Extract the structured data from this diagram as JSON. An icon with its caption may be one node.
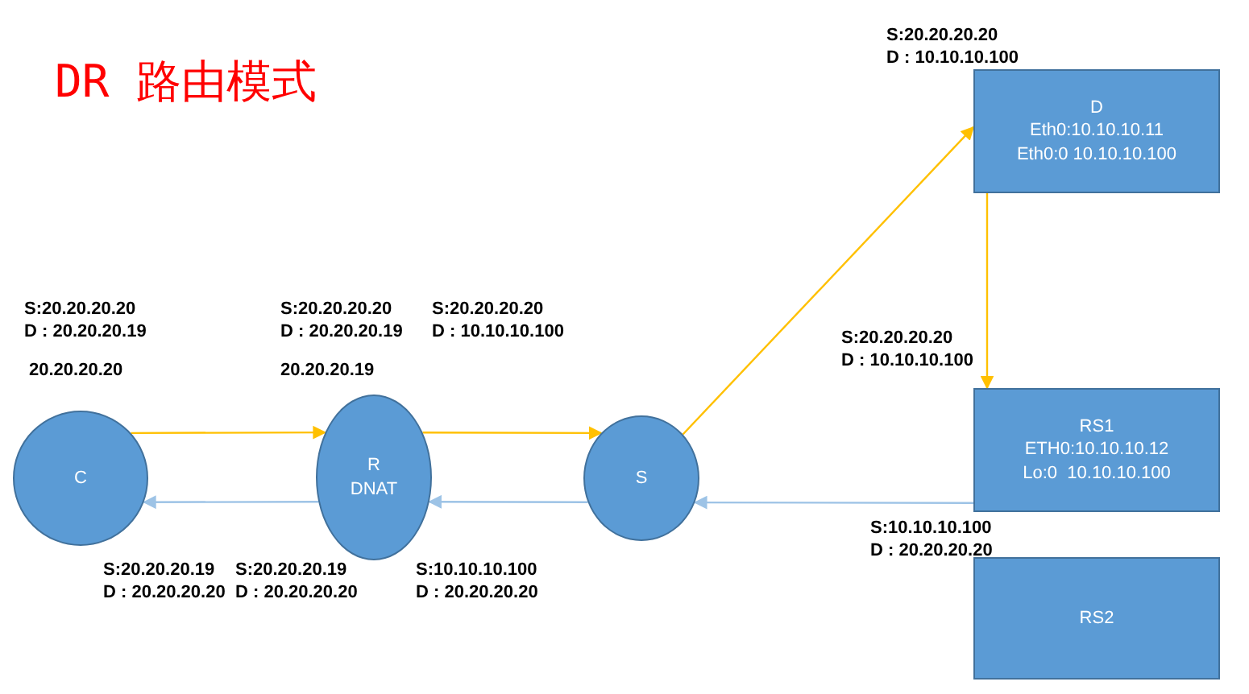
{
  "diagram": {
    "title": "DR 路由模式",
    "nodes": [
      {
        "text": [
          "C"
        ],
        "beside": [
          "20.20.20.20"
        ]
      },
      {
        "text": [
          "R",
          "DNAT"
        ],
        "beside": [
          "20.20.20.19"
        ]
      },
      {
        "text": [
          "S"
        ]
      },
      {
        "text": [
          "D",
          "Eth0:10.10.10.11",
          "Eth0:0 10.10.10.100"
        ]
      },
      {
        "text": [
          "RS1",
          "ETH0:10.10.10.12",
          "Lo:0  10.10.10.100"
        ]
      },
      {
        "text": [
          "RS2"
        ]
      }
    ],
    "edges": [
      {
        "from": 0,
        "to": 1,
        "arrow": "to"
      },
      {
        "from": 1,
        "to": 2,
        "arrow": "to"
      },
      {
        "from": 2,
        "to": 3,
        "arrow": "to"
      },
      {
        "from": 3,
        "to": 4,
        "arrow": "to"
      },
      {
        "from": 4,
        "to": 2,
        "arrow": "to",
        "color": "#9dc3e6"
      },
      {
        "from": 2,
        "to": 1,
        "arrow": "to",
        "color": "#9dc3e6"
      },
      {
        "from": 1,
        "to": 0,
        "arrow": "to",
        "color": "#9dc3e6"
      }
    ],
    "labels": [
      "S:20.20.20.20",
      "D : 10.10.10.100",
      "S:20.20.20.20",
      "D : 20.20.20.19",
      "S:20.20.20.20",
      "D : 20.20.20.19",
      "S:20.20.20.20",
      "D : 10.10.10.100",
      "S:20.20.20.20",
      "D : 10.10.10.100",
      "S:10.10.10.100",
      "D : 20.20.20.20",
      "S:20.20.20.19",
      "D : 20.20.20.20",
      "S:20.20.20.19",
      "D : 20.20.20.20",
      "S:10.10.10.100",
      "D : 20.20.20.20"
    ]
  }
}
